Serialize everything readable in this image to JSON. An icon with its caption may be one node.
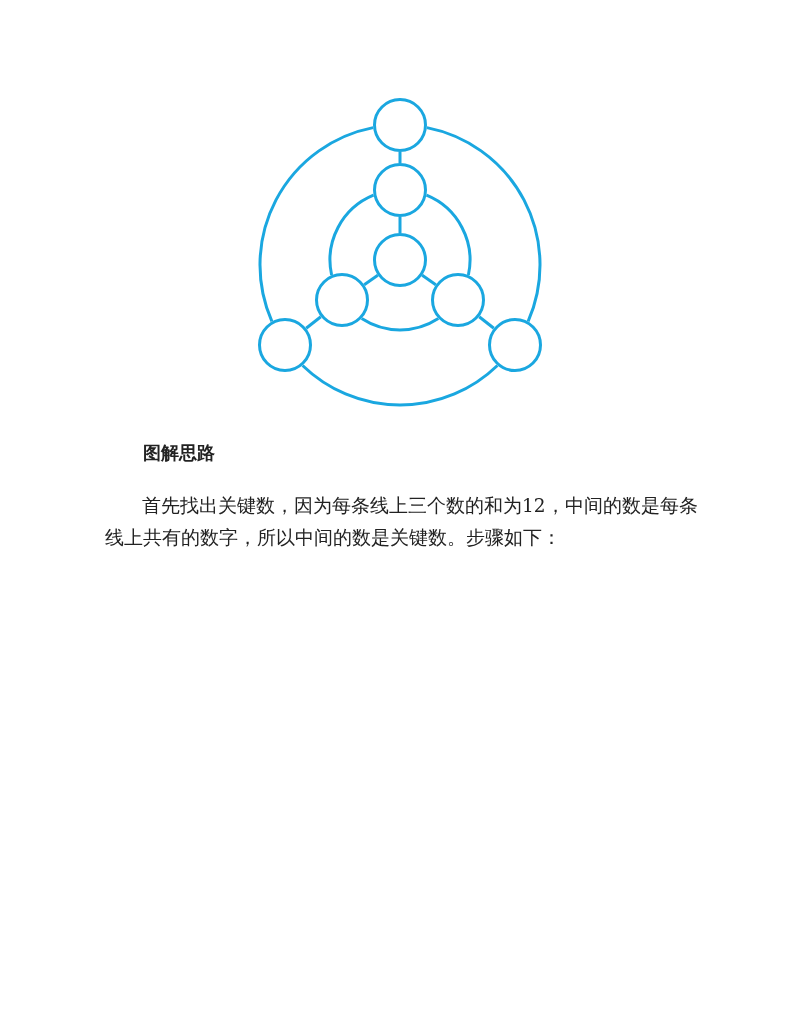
{
  "diagram": {
    "nodes": [
      {
        "text": [],
        "shape": "circle"
      },
      {
        "text": [],
        "shape": "circle"
      },
      {
        "text": [],
        "shape": "circle"
      },
      {
        "text": [],
        "shape": "circle"
      },
      {
        "text": [],
        "shape": "circle"
      },
      {
        "text": [],
        "shape": "circle"
      },
      {
        "text": [],
        "shape": "circle"
      }
    ],
    "edges": [
      {
        "from": 0,
        "to": 1,
        "arrow": "none"
      },
      {
        "from": 1,
        "to": 2,
        "arrow": "none"
      },
      {
        "from": 2,
        "to": 3,
        "arrow": "none"
      },
      {
        "from": 2,
        "to": 4,
        "arrow": "none"
      },
      {
        "from": 3,
        "to": 5,
        "arrow": "none"
      },
      {
        "from": 4,
        "to": 6,
        "arrow": "none"
      },
      {
        "from": 0,
        "to": 5,
        "arrow": "none"
      },
      {
        "from": 0,
        "to": 6,
        "arrow": "none"
      },
      {
        "from": 5,
        "to": 6,
        "arrow": "none"
      },
      {
        "from": 1,
        "to": 3,
        "arrow": "none"
      },
      {
        "from": 1,
        "to": 4,
        "arrow": "none"
      },
      {
        "from": 3,
        "to": 4,
        "arrow": "none"
      }
    ],
    "labels": [
      "图解思路",
      "首先找出关键数，因为每条线上三个数的和为12，中间的数是每条线上共有的数字，所以中间的数是关键数。步骤如下："
    ]
  }
}
